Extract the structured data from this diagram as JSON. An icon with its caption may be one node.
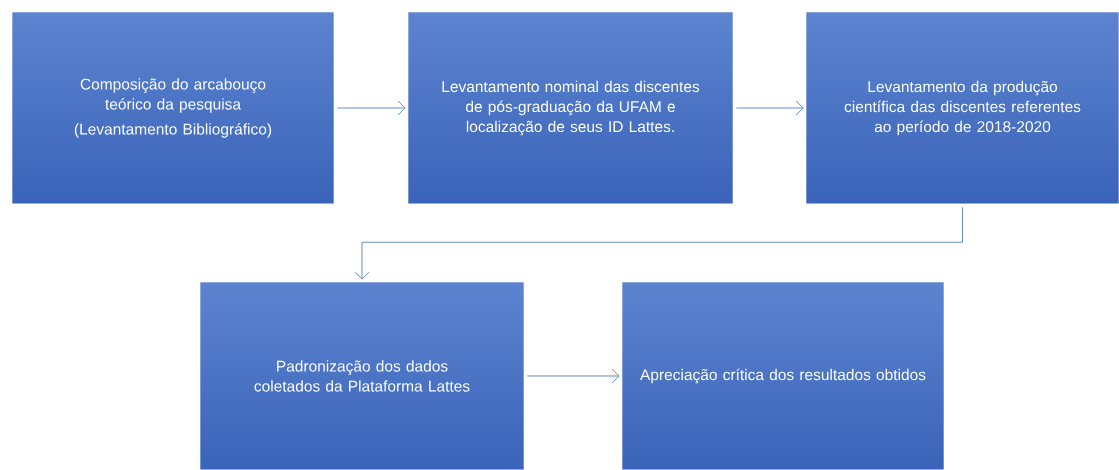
{
  "diagram": {
    "nodes": [
      {
        "text": [
          "Composição do arcabouço teórico da pesquisa",
          "(Levantamento Bibliográfico)"
        ]
      },
      {
        "text": [
          "Levantamento nominal das discentes de pós-graduação da UFAM e localização de seus ID Lattes."
        ]
      },
      {
        "text": [
          "Levantamento da produção científica das discentes referentes ao período de 2018-2020"
        ]
      },
      {
        "text": [
          "Padronização dos dados coletados da Plataforma Lattes"
        ]
      },
      {
        "text": [
          "Apreciação crítica dos resultados obtidos"
        ]
      }
    ],
    "edges": [
      {
        "from": 0,
        "to": 1,
        "arrow": "to"
      },
      {
        "from": 1,
        "to": 2,
        "arrow": "to"
      },
      {
        "from": 2,
        "to": 3,
        "arrow": "to"
      },
      {
        "from": 3,
        "to": 4,
        "arrow": "to"
      }
    ]
  }
}
